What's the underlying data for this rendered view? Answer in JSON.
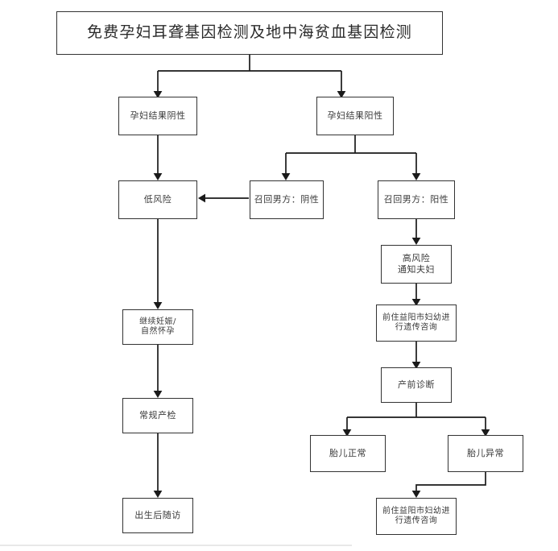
{
  "diagram": {
    "title": "免费孕妇耳聋基因检测及地中海贫血基因检测",
    "nodes": {
      "title_box": "免费孕妇耳聋基因检测及地中海贫血基因检测",
      "maternal_negative": "孕妇结果阴性",
      "maternal_positive": "孕妇结果阳性",
      "low_risk": "低风险",
      "recall_husband_negative": "召回男方：阴性",
      "recall_husband_positive": "召回男方：阳性",
      "high_risk_notify": "高风险\n通知夫妇",
      "genetic_counseling_1": "前住益阳市妇幼进\n行遗传咨询",
      "continue_pregnancy": "继续妊娠/\n自然怀孕",
      "prenatal_diagnosis": "产前诊断",
      "routine_checkup": "常规产检",
      "fetus_normal": "胎儿正常",
      "fetus_abnormal": "胎儿异常",
      "postnatal_followup": "出生后随访",
      "genetic_counseling_2": "前住益阳市妇幼进\n行遗传咨询"
    },
    "colors": {
      "border": "#333333",
      "text": "#3a3a3a",
      "background": "#ffffff",
      "connector": "#1a1a1a",
      "footer_rule": "#e8e8e8"
    }
  }
}
